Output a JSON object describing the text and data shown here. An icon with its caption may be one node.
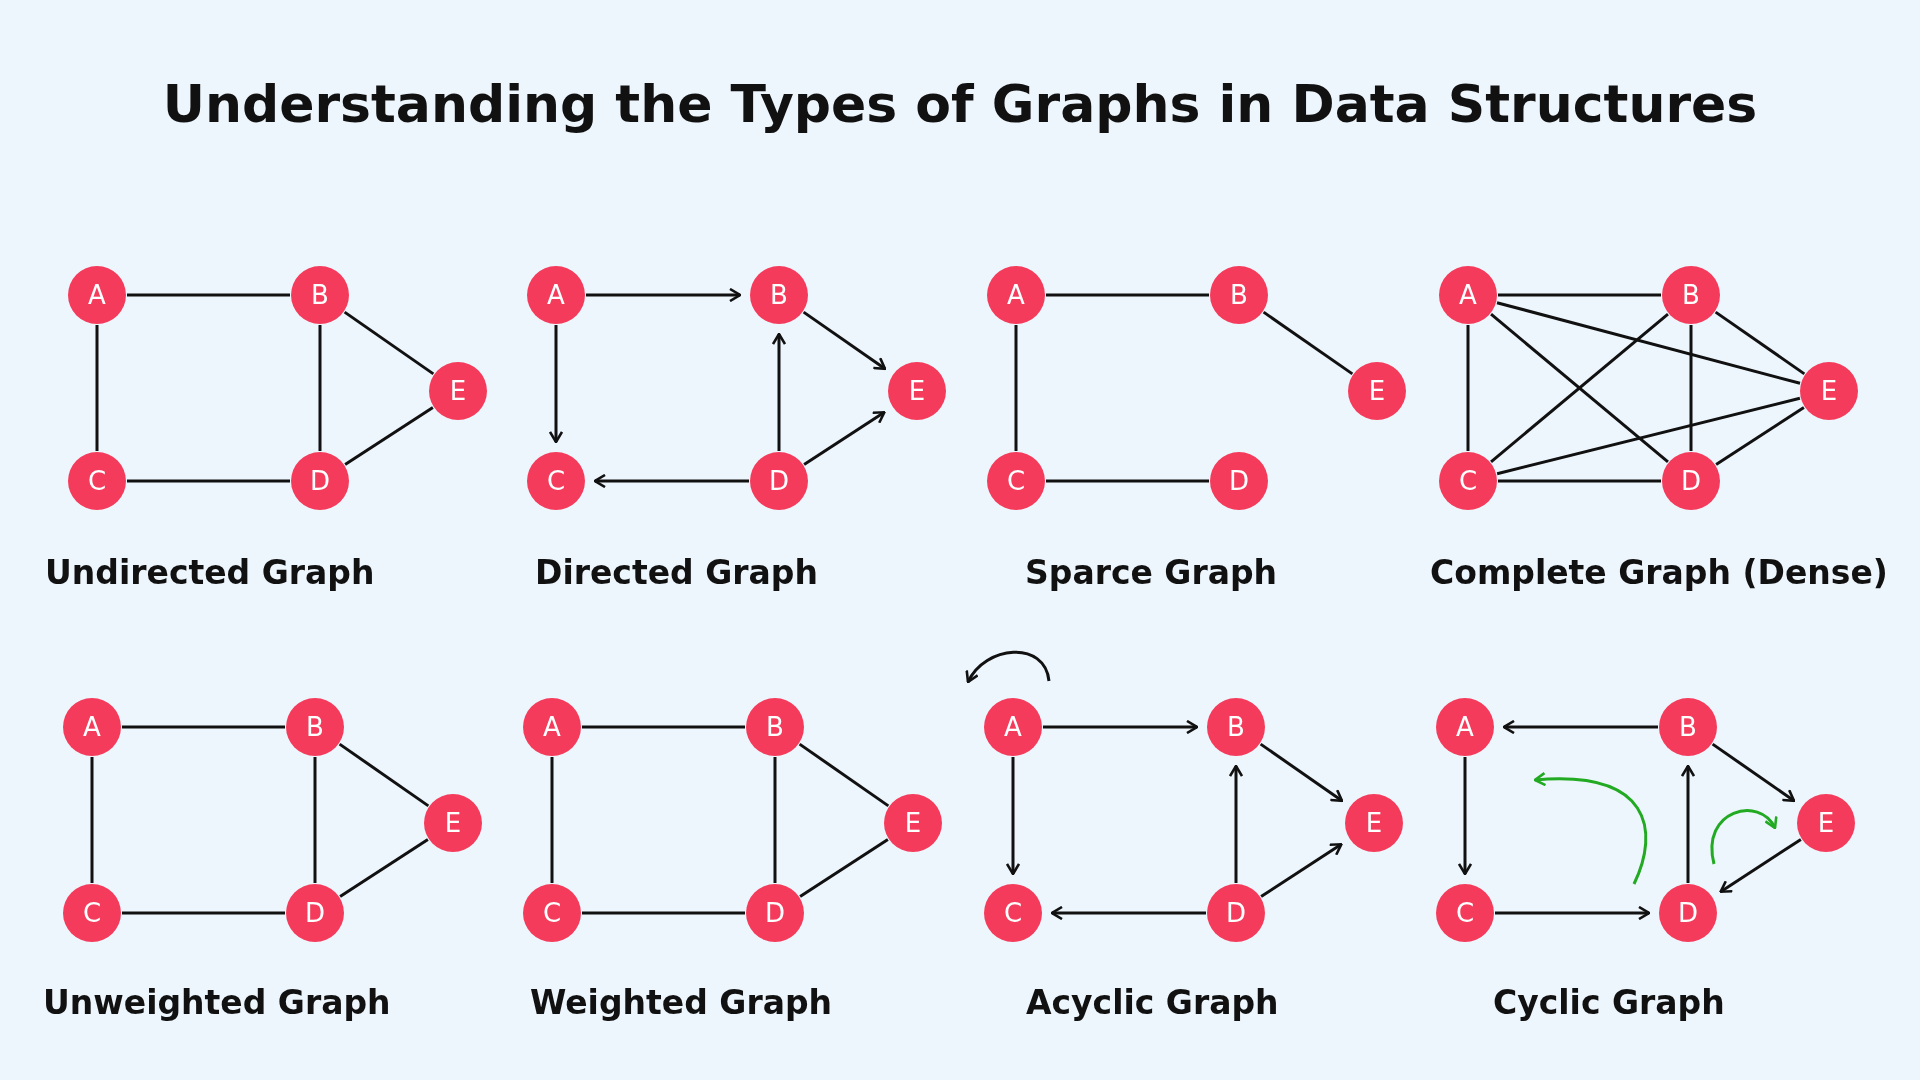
{
  "diagram": {
    "title": "Understanding the Types of Graphs in Data Structures",
    "nodes": [
      {
        "text": [
          "A"
        ]
      },
      {
        "text": [
          "B"
        ]
      },
      {
        "text": [
          "C"
        ]
      },
      {
        "text": [
          "D"
        ]
      },
      {
        "text": [
          "E"
        ]
      },
      {
        "text": [
          "A"
        ]
      },
      {
        "text": [
          "B"
        ]
      },
      {
        "text": [
          "C"
        ]
      },
      {
        "text": [
          "D"
        ]
      },
      {
        "text": [
          "E"
        ]
      },
      {
        "text": [
          "A"
        ]
      },
      {
        "text": [
          "B"
        ]
      },
      {
        "text": [
          "C"
        ]
      },
      {
        "text": [
          "D"
        ]
      },
      {
        "text": [
          "E"
        ]
      },
      {
        "text": [
          "A"
        ]
      },
      {
        "text": [
          "B"
        ]
      },
      {
        "text": [
          "C"
        ]
      },
      {
        "text": [
          "D"
        ]
      },
      {
        "text": [
          "E"
        ]
      },
      {
        "text": [
          "A"
        ]
      },
      {
        "text": [
          "B"
        ]
      },
      {
        "text": [
          "C"
        ]
      },
      {
        "text": [
          "D"
        ]
      },
      {
        "text": [
          "E"
        ]
      },
      {
        "text": [
          "A"
        ]
      },
      {
        "text": [
          "B"
        ]
      },
      {
        "text": [
          "C"
        ]
      },
      {
        "text": [
          "D"
        ]
      },
      {
        "text": [
          "E"
        ]
      },
      {
        "text": [
          "A"
        ]
      },
      {
        "text": [
          "B"
        ]
      },
      {
        "text": [
          "C"
        ]
      },
      {
        "text": [
          "D"
        ]
      },
      {
        "text": [
          "E"
        ]
      },
      {
        "text": [
          "A"
        ]
      },
      {
        "text": [
          "B"
        ]
      },
      {
        "text": [
          "C"
        ]
      },
      {
        "text": [
          "D"
        ]
      },
      {
        "text": [
          "E"
        ]
      }
    ],
    "edges": [
      {
        "from": 0,
        "to": 1,
        "arrow": "none"
      },
      {
        "from": 0,
        "to": 2,
        "arrow": "none"
      },
      {
        "from": 1,
        "to": 3,
        "arrow": "none"
      },
      {
        "from": 1,
        "to": 4,
        "arrow": "none"
      },
      {
        "from": 2,
        "to": 3,
        "arrow": "none"
      },
      {
        "from": 3,
        "to": 4,
        "arrow": "none"
      },
      {
        "from": 5,
        "to": 6,
        "arrow": "to"
      },
      {
        "from": 5,
        "to": 7,
        "arrow": "to"
      },
      {
        "from": 6,
        "to": 9,
        "arrow": "to"
      },
      {
        "from": 8,
        "to": 6,
        "arrow": "to"
      },
      {
        "from": 8,
        "to": 7,
        "arrow": "to"
      },
      {
        "from": 8,
        "to": 9,
        "arrow": "to"
      },
      {
        "from": 10,
        "to": 11,
        "arrow": "none"
      },
      {
        "from": 10,
        "to": 12,
        "arrow": "none"
      },
      {
        "from": 11,
        "to": 14,
        "arrow": "none"
      },
      {
        "from": 12,
        "to": 13,
        "arrow": "none"
      },
      {
        "from": 15,
        "to": 16,
        "arrow": "none"
      },
      {
        "from": 15,
        "to": 17,
        "arrow": "none"
      },
      {
        "from": 15,
        "to": 18,
        "arrow": "none"
      },
      {
        "from": 15,
        "to": 19,
        "arrow": "none"
      },
      {
        "from": 16,
        "to": 17,
        "arrow": "none"
      },
      {
        "from": 16,
        "to": 18,
        "arrow": "none"
      },
      {
        "from": 16,
        "to": 19,
        "arrow": "none"
      },
      {
        "from": 17,
        "to": 18,
        "arrow": "none"
      },
      {
        "from": 17,
        "to": 19,
        "arrow": "none"
      },
      {
        "from": 18,
        "to": 19,
        "arrow": "none"
      },
      {
        "from": 20,
        "to": 21,
        "arrow": "none"
      },
      {
        "from": 20,
        "to": 22,
        "arrow": "none"
      },
      {
        "from": 21,
        "to": 23,
        "arrow": "none"
      },
      {
        "from": 21,
        "to": 24,
        "arrow": "none"
      },
      {
        "from": 22,
        "to": 23,
        "arrow": "none"
      },
      {
        "from": 23,
        "to": 24,
        "arrow": "none"
      },
      {
        "from": 25,
        "to": 26,
        "arrow": "none"
      },
      {
        "from": 25,
        "to": 27,
        "arrow": "none"
      },
      {
        "from": 26,
        "to": 28,
        "arrow": "none"
      },
      {
        "from": 26,
        "to": 29,
        "arrow": "none"
      },
      {
        "from": 27,
        "to": 28,
        "arrow": "none"
      },
      {
        "from": 28,
        "to": 29,
        "arrow": "none"
      },
      {
        "from": 30,
        "to": 31,
        "arrow": "to"
      },
      {
        "from": 30,
        "to": 32,
        "arrow": "to"
      },
      {
        "from": 31,
        "to": 34,
        "arrow": "to"
      },
      {
        "from": 33,
        "to": 31,
        "arrow": "to"
      },
      {
        "from": 33,
        "to": 32,
        "arrow": "to"
      },
      {
        "from": 33,
        "to": 34,
        "arrow": "to"
      },
      {
        "from": 36,
        "to": 35,
        "arrow": "to"
      },
      {
        "from": 35,
        "to": 37,
        "arrow": "to"
      },
      {
        "from": 36,
        "to": 39,
        "arrow": "to"
      },
      {
        "from": 37,
        "to": 38,
        "arrow": "to"
      },
      {
        "from": 38,
        "to": 36,
        "arrow": "to"
      },
      {
        "from": 39,
        "to": 38,
        "arrow": "to"
      }
    ],
    "labels": [
      "Undirected Graph",
      "Directed Graph",
      "Sparce Graph",
      "Complete Graph (Dense)",
      "Unweighted Graph",
      "Weighted Graph",
      "Acyclic Graph",
      "Cyclic Graph"
    ]
  }
}
